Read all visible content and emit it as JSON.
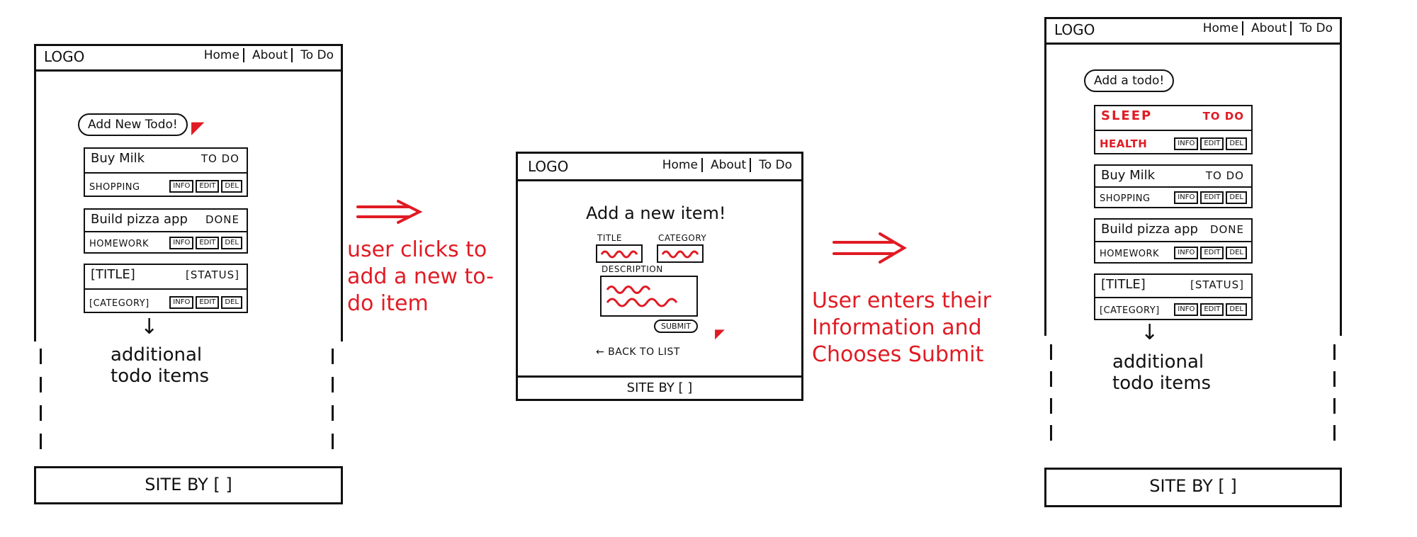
{
  "left": {
    "logo": "LOGO",
    "nav": [
      "Home",
      "About",
      "To Do"
    ],
    "add_button": "Add New Todo!",
    "cards": [
      {
        "title": "Buy Milk",
        "status": "TO DO",
        "category": "SHOPPING",
        "buttons": [
          "INFO",
          "EDIT",
          "DEL"
        ]
      },
      {
        "title": "Build pizza app",
        "status": "DONE",
        "category": "HOMEWORK",
        "buttons": [
          "INFO",
          "EDIT",
          "DEL"
        ]
      },
      {
        "title": "[TITLE]",
        "status": "[STATUS]",
        "category": "[CATEGORY]",
        "buttons": [
          "INFO",
          "EDIT",
          "DEL"
        ]
      }
    ],
    "more_arrow": "↓",
    "more_note": "additional todo items",
    "footer": "SITE BY [ ]"
  },
  "note1": "user clicks to add a new to-do item",
  "middle": {
    "logo": "LOGO",
    "nav": [
      "Home",
      "About",
      "To Do"
    ],
    "heading": "Add a new item!",
    "title_label": "TITLE",
    "category_label": "CATEGORY",
    "description_label": "DESCRIPTION",
    "submit": "SUBMIT",
    "back_link": "← BACK TO LIST",
    "footer": "SITE BY [ ]"
  },
  "note2": "User enters their Information and Chooses Submit",
  "right": {
    "logo": "LOGO",
    "nav": [
      "Home",
      "About",
      "To Do"
    ],
    "add_button": "Add a todo!",
    "cards": [
      {
        "title": "SLEEP",
        "status": "TO DO",
        "category": "HEALTH",
        "buttons": [
          "INFO",
          "EDIT",
          "DEL"
        ],
        "highlight": true
      },
      {
        "title": "Buy Milk",
        "status": "TO DO",
        "category": "SHOPPING",
        "buttons": [
          "INFO",
          "EDIT",
          "DEL"
        ]
      },
      {
        "title": "Build pizza app",
        "status": "DONE",
        "category": "HOMEWORK",
        "buttons": [
          "INFO",
          "EDIT",
          "DEL"
        ]
      },
      {
        "title": "[TITLE]",
        "status": "[STATUS]",
        "category": "[CATEGORY]",
        "buttons": [
          "INFO",
          "EDIT",
          "DEL"
        ]
      }
    ],
    "more_arrow": "↓",
    "more_note": "additional todo items",
    "footer": "SITE BY [ ]"
  },
  "colors": {
    "ink": "#111111",
    "annotation": "#e01b24"
  }
}
